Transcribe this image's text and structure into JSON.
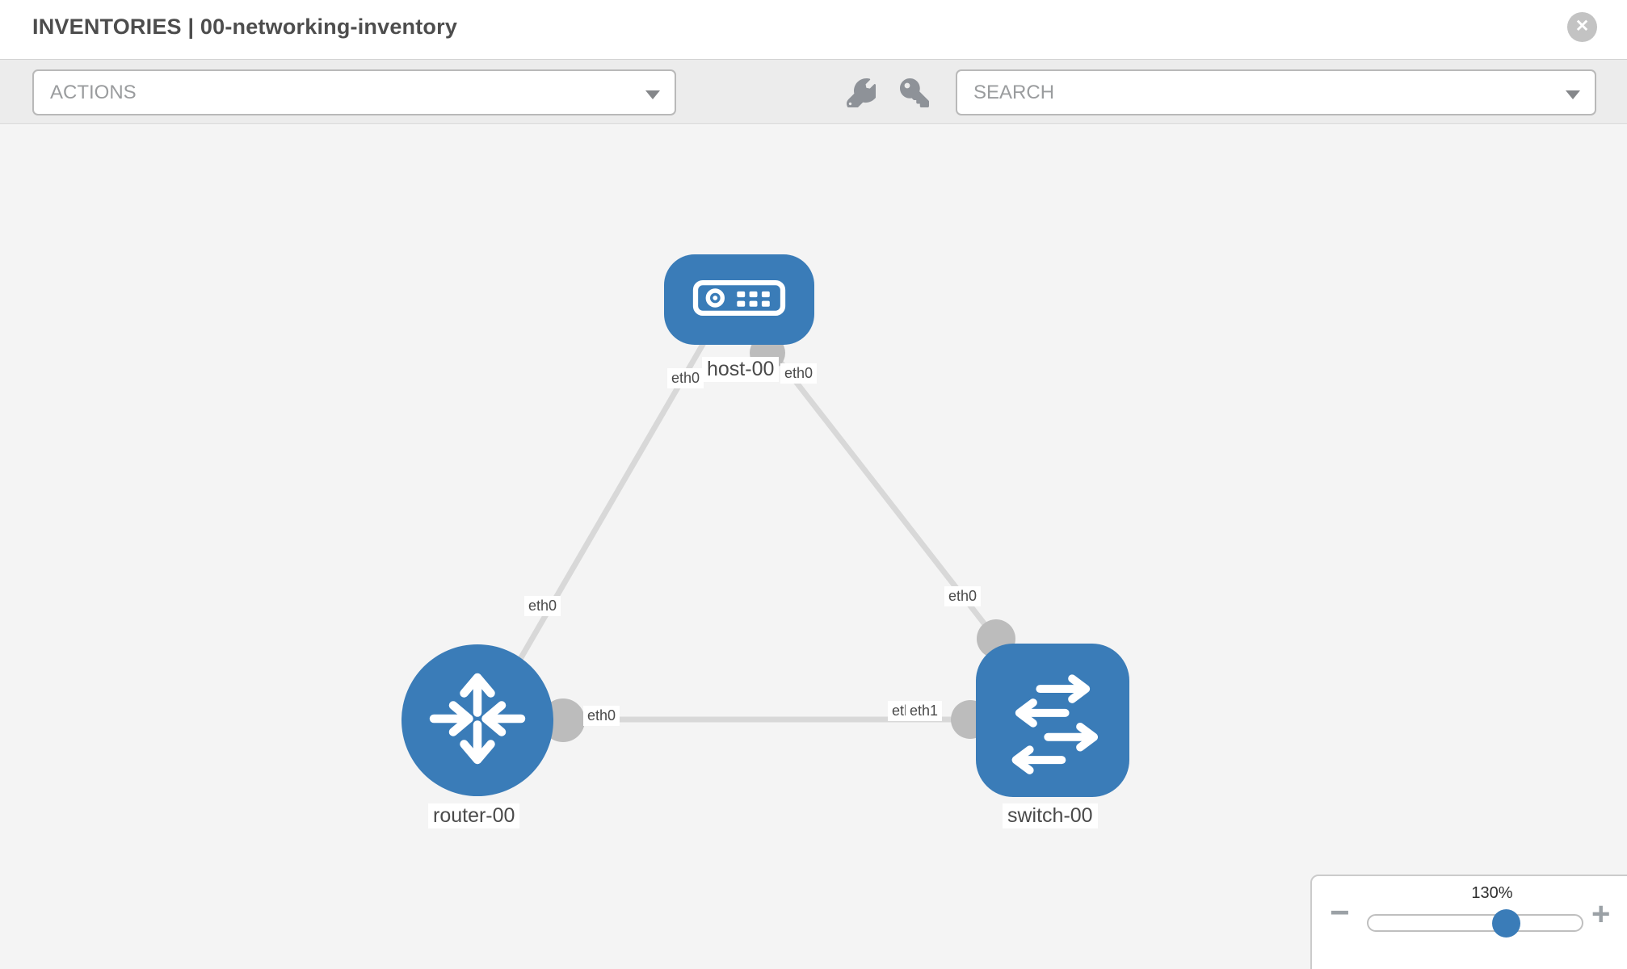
{
  "header": {
    "title": "INVENTORIES | 00-networking-inventory",
    "close_glyph": "✕"
  },
  "toolbar": {
    "actions_dropdown": {
      "label": "ACTIONS"
    },
    "search_dropdown": {
      "label": "SEARCH"
    },
    "icons": [
      {
        "name": "wrench-icon"
      },
      {
        "name": "key-icon"
      }
    ]
  },
  "diagram": {
    "nodes": [
      {
        "id": "host-00",
        "type": "host",
        "label": "host-00"
      },
      {
        "id": "router-00",
        "type": "router",
        "label": "router-00"
      },
      {
        "id": "switch-00",
        "type": "switch",
        "label": "switch-00"
      }
    ],
    "links": [
      {
        "from": "host-00",
        "to": "router-00",
        "from_iface": "eth0",
        "to_iface": "eth0"
      },
      {
        "from": "host-00",
        "to": "switch-00",
        "from_iface": "eth0",
        "to_iface": "eth0"
      },
      {
        "from": "router-00",
        "to": "switch-00",
        "from_iface": "eth0",
        "to_iface": "eth1"
      }
    ],
    "labels": {
      "host": "host-00",
      "router": "router-00",
      "switch": "switch-00",
      "host_eth_left": "eth0",
      "host_eth_right": "eth0",
      "link_router_side": "eth0",
      "link_switch_side": "eth0",
      "router_eth_right": "eth0",
      "switch_eth0_hidden": "eth0",
      "switch_eth1": "eth1"
    }
  },
  "zoom_control": {
    "level": "130%",
    "minus_glyph": "−",
    "plus_glyph": "+"
  },
  "colors": {
    "node_blue": "#3a7cb8",
    "link_gray": "#d8d8d8",
    "port_gray": "#bcbcbc",
    "canvas_bg": "#f4f4f4",
    "toolbar_bg": "#ececec"
  }
}
